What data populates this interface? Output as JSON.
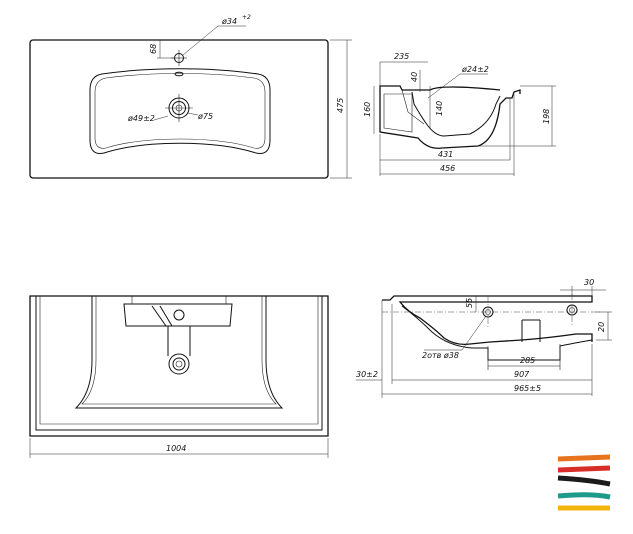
{
  "top_view": {
    "dia_tap": "ø34",
    "dia_tap_tol": "+2",
    "dim_68": "68",
    "dim_475": "475",
    "dia_drain": "ø49±2",
    "dia_drain_outer": "ø75"
  },
  "side_section": {
    "dim_235": "235",
    "dim_40": "40",
    "dia_24": "ø24±2",
    "dim_140": "140",
    "dim_160": "160",
    "dim_198": "198",
    "dim_431": "431",
    "dim_456": "456"
  },
  "front_view": {
    "dim_1004": "1004"
  },
  "rear_section": {
    "dim_30": "30",
    "dim_55": "55",
    "dim_20": "20",
    "holes": "2отв ø38",
    "dim_285": "285",
    "dim_907": "907",
    "dim_30pm2": "30±2",
    "dim_965": "965±5"
  },
  "logo": {
    "stripe_colors": [
      "#e8731e",
      "#d82e2a",
      "#1b1b1b",
      "#1c9b8a",
      "#f2b50f"
    ]
  }
}
